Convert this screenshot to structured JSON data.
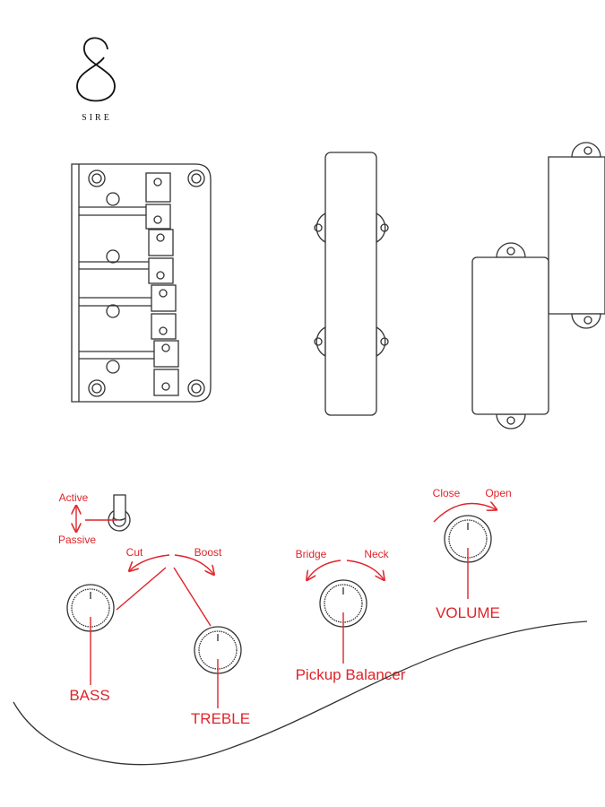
{
  "logo": {
    "mark": "S",
    "brand": "SIRE"
  },
  "switch": {
    "active_label": "Active",
    "passive_label": "Passive"
  },
  "tone": {
    "cut_label": "Cut",
    "boost_label": "Boost"
  },
  "balancer": {
    "bridge_label": "Bridge",
    "neck_label": "Neck"
  },
  "volume_dir": {
    "close_label": "Close",
    "open_label": "Open"
  },
  "knobs": {
    "bass": "BASS",
    "treble": "TREBLE",
    "balancer": "Pickup Balancer",
    "volume": "VOLUME"
  },
  "colors": {
    "accent": "#e0242a",
    "line": "#333333"
  }
}
